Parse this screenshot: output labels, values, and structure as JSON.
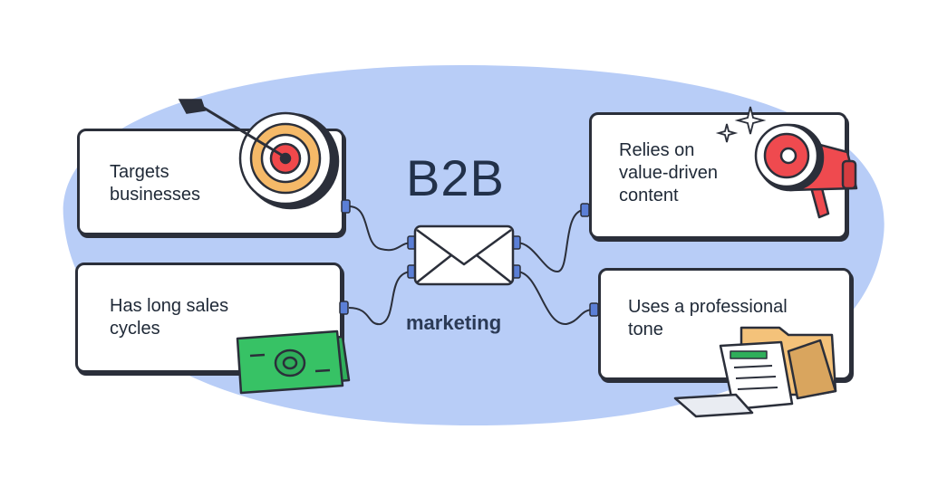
{
  "diagram": {
    "title": "B2B",
    "subtitle": "marketing"
  },
  "cards": {
    "top_left": "Targets\nbusinesses",
    "bottom_left": "Has long sales\ncycles",
    "top_right": "Relies on\nvalue-driven\ncontent",
    "bottom_right": "Uses a professional\ntone"
  },
  "colors": {
    "blob": "#b8cdf7",
    "outline": "#2b2f3a",
    "connector": "#5b7fd6",
    "target_red": "#f0484b",
    "target_orange": "#f5b968",
    "money_green": "#2fae5a",
    "megaphone_red": "#ef4a4f",
    "folder_orange": "#f4c27a"
  }
}
